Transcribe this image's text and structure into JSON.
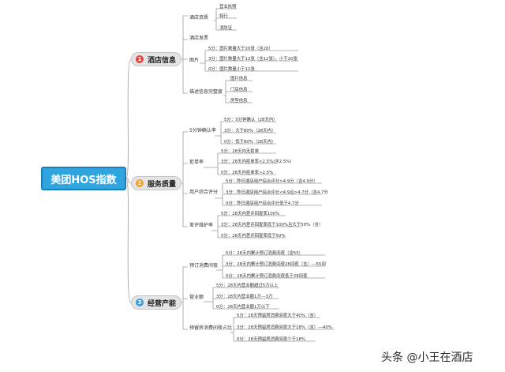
{
  "root": {
    "label": "美团HOS指数"
  },
  "branches": [
    {
      "label": "酒店信息",
      "badge": "1",
      "badge_color": "#e0463c",
      "children": [
        {
          "label": "酒店资质",
          "items": [
            "营业执照",
            "特行",
            "消防证"
          ]
        },
        {
          "label": "酒店发票",
          "items": []
        },
        {
          "label": "图片",
          "items": [
            "5分：图片数量大于20张（含20）",
            "3分：图片数量大于12张（含12张），小于20张",
            "0分：图片数量小于12张"
          ]
        },
        {
          "label": "描述信息完整度",
          "items": [
            "图片信息",
            "门店信息",
            "房型信息"
          ]
        }
      ]
    },
    {
      "label": "服务质量",
      "badge": "2",
      "badge_color": "#f0a030",
      "children": [
        {
          "label": "5分钟确认率",
          "items": [
            "5分：5分钟确认（28天内）",
            "3分：大于80%（28天内）",
            "0分：低于80%（28天内）"
          ]
        },
        {
          "label": "拒单率",
          "items": [
            "5分：28天内无拒单",
            "3分：28天内拒单率<2.5%(含2.5%)",
            "0分：28天内拒单率>2.5%"
          ]
        },
        {
          "label": "用户综合评分",
          "items": [
            "5分：昨日酒店用户综合评分>4.9分（含4.9分）",
            "3分：昨日酒店用户综合评分<4.9且>4.7分（含4.7分",
            "0分：昨日酒店用户综合评分低于4.7分"
          ]
        },
        {
          "label": "差评维护率",
          "items": [
            "5分：28天内差评回复率100%",
            "3分：28天内差评回复率低于100%且大于50%（含）",
            "0分：28天内差评回复率低于50%"
          ]
        }
      ]
    },
    {
      "label": "经营产能",
      "badge": "3",
      "badge_color": "#3a9de0",
      "children": [
        {
          "label": "预订消费间夜",
          "items": [
            "5分：28天内累计预订消费间夜（含55）",
            "3分：28天内累计预订消费间夜28间夜（含）---55间",
            "0分：28天内累计预订消费间夜低于28间夜"
          ]
        },
        {
          "label": "营业额",
          "items": [
            "5分：28天内营业额超过5万以上",
            "3分：28天内营业额1万---3万",
            "0分：28天内营业额1万以下"
          ]
        },
        {
          "label": "预留房消费间夜占比",
          "items": [
            "5分：28天预留房消费间夜大于40%（含）",
            "3分：28天预留房消费间夜大于18%（含）---40%",
            "0分：28天预留房消费间夜少于18%"
          ]
        }
      ]
    }
  ],
  "watermark": "头条 @小王在酒店"
}
